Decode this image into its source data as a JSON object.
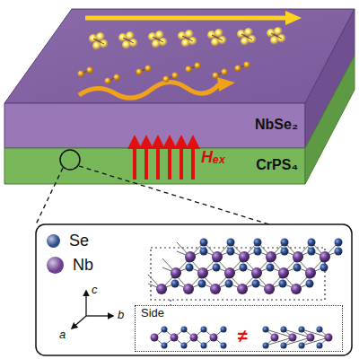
{
  "diagram": {
    "nodes": [
      {
        "text": [
          "NbSe₂"
        ]
      },
      {
        "text": [
          "CrPS₄"
        ]
      },
      {
        "text": [
          "Side",
          "≠"
        ]
      }
    ],
    "labels": [
      "Hₑₓ",
      "c",
      "a",
      "b"
    ],
    "legend": [
      {
        "text": "Se",
        "color": "#2b4c8f"
      },
      {
        "text": "Nb",
        "color": "#6b3f91"
      }
    ]
  }
}
